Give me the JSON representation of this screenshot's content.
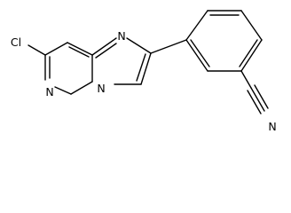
{
  "molecule": {
    "atoms": [
      {
        "label": "Cl",
        "name": "chlorine-atom"
      },
      {
        "label": "N",
        "name": "pyridazine-nitrogen-atom"
      },
      {
        "label": "N",
        "name": "bridgehead-nitrogen-atom"
      },
      {
        "label": "N",
        "name": "imidazole-nitrogen-atom"
      },
      {
        "label": "N",
        "name": "nitrile-nitrogen-atom"
      }
    ]
  }
}
